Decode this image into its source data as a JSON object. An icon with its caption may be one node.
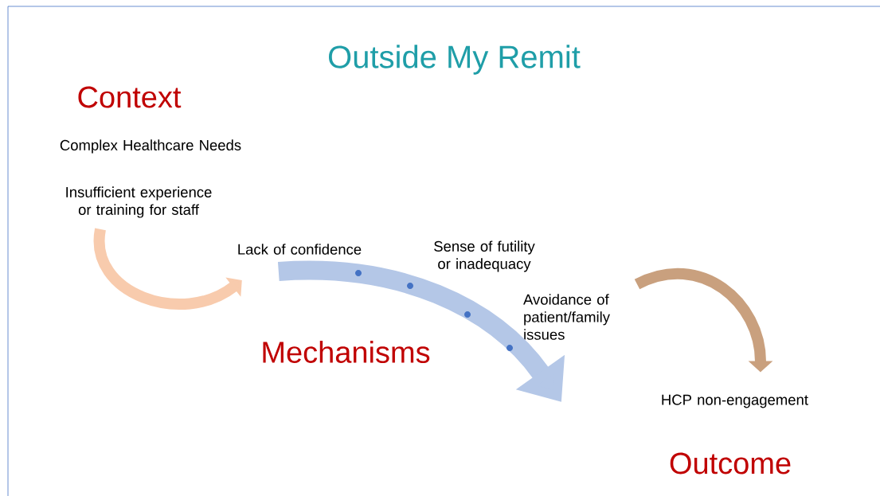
{
  "diagram": {
    "title": "Outside My Remit",
    "nodes": [
      {
        "text": [
          "Complex Healthcare Needs"
        ]
      },
      {
        "text": [
          "Insufficient experience or training for staff"
        ]
      },
      {
        "text": [
          "Lack of confidence"
        ]
      },
      {
        "text": [
          "Sense of futility or inadequacy"
        ]
      },
      {
        "text": [
          "Avoidance of patient/family issues"
        ]
      },
      {
        "text": [
          "HCP non-engagement"
        ]
      }
    ],
    "edges": [
      {
        "from": 1,
        "to": 2,
        "arrow": "to",
        "color": "#f8cbad"
      },
      {
        "from": 2,
        "to": null,
        "arrow": "to",
        "color": "#b4c7e7"
      },
      {
        "from": null,
        "to": 5,
        "arrow": "to",
        "color": "#c9a07e"
      }
    ],
    "labels": [
      "Context",
      "Mechanisms",
      "Outcome"
    ]
  }
}
